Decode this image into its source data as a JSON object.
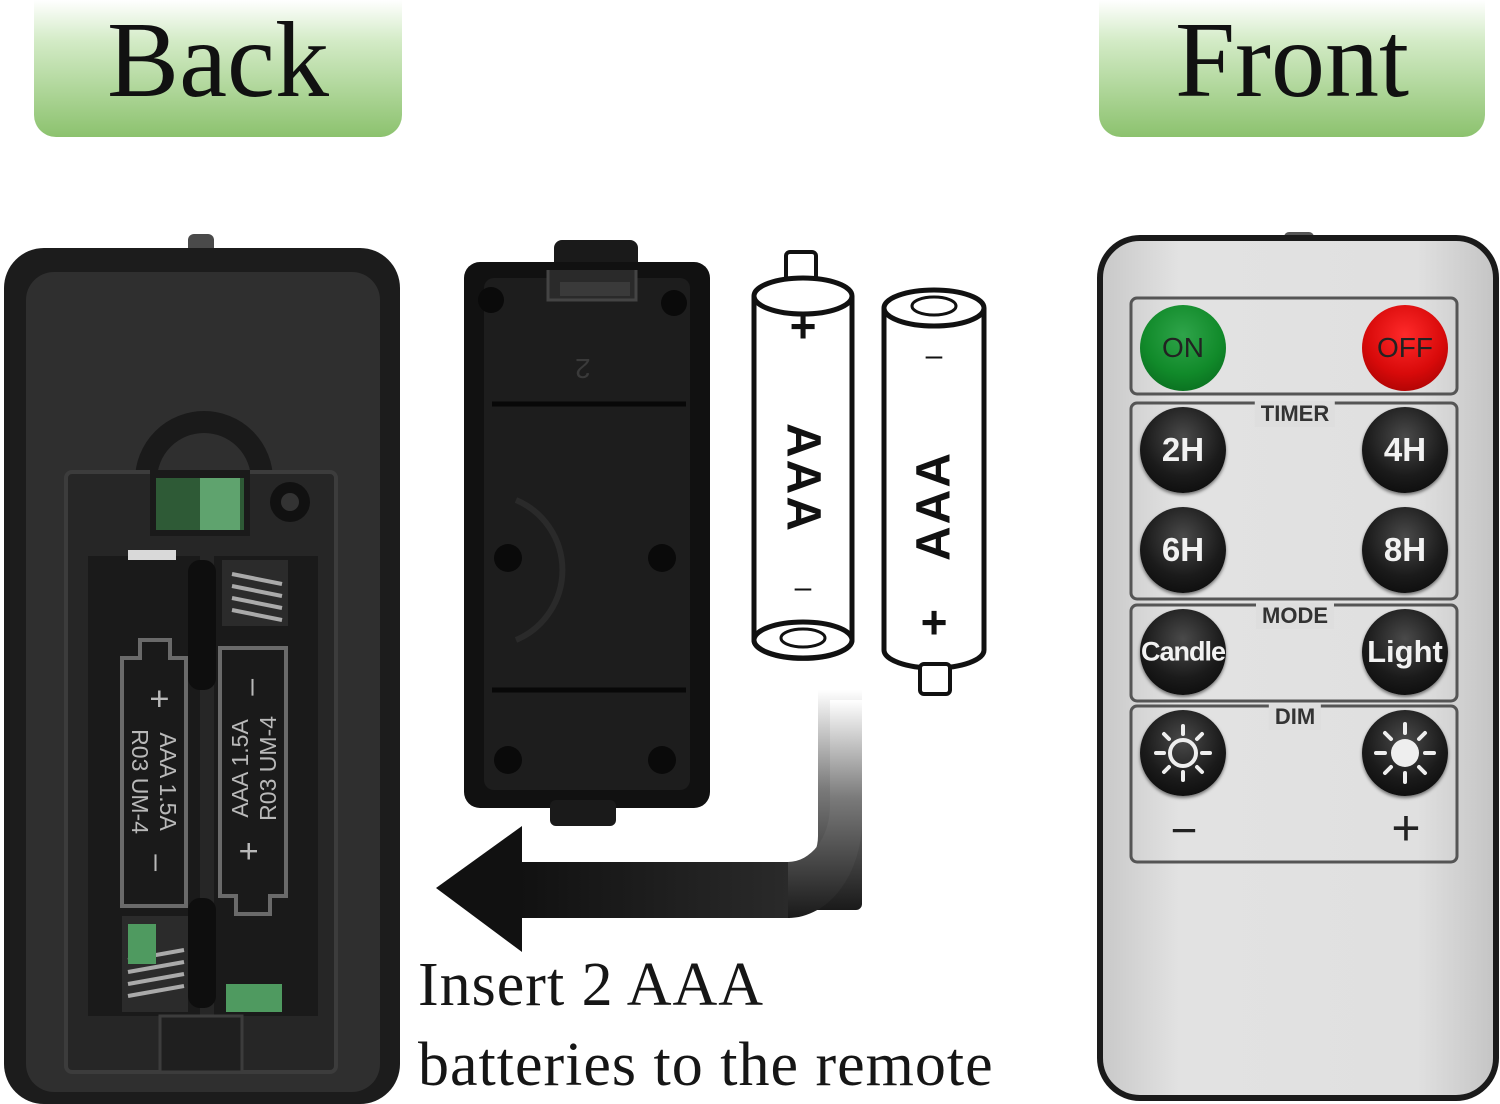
{
  "labels": {
    "back": "Back",
    "front": "Front"
  },
  "instructions": {
    "line1": "Insert 2 AAA",
    "line2": "batteries to the remote"
  },
  "battery_compartment": {
    "cover_number": "2",
    "slot_left": {
      "polarity_top": "+",
      "polarity_bottom": "–",
      "spec_line1": "AAA 1.5A",
      "spec_line2": "R03 UM-4"
    },
    "slot_right": {
      "polarity_top": "–",
      "polarity_bottom": "+",
      "spec_line1": "AAA 1.5A",
      "spec_line2": "R03 UM-4"
    }
  },
  "batteries": [
    {
      "label": "AAA",
      "top_sign": "+",
      "bottom_sign": "–"
    },
    {
      "label": "AAA",
      "top_sign": "–",
      "bottom_sign": "+"
    }
  ],
  "remote": {
    "power": {
      "on": "ON",
      "off": "OFF"
    },
    "timer": {
      "label": "TIMER",
      "buttons": [
        "2H",
        "4H",
        "6H",
        "8H"
      ]
    },
    "mode": {
      "label": "MODE",
      "candle": "Candle",
      "light": "Light"
    },
    "dim": {
      "label": "DIM",
      "minus": "−",
      "plus": "+"
    }
  },
  "colors": {
    "tag_green": "#8cc26e",
    "on_button": "#118a2a",
    "off_button": "#d80a0a",
    "remote_body": "#d9d9d9"
  }
}
